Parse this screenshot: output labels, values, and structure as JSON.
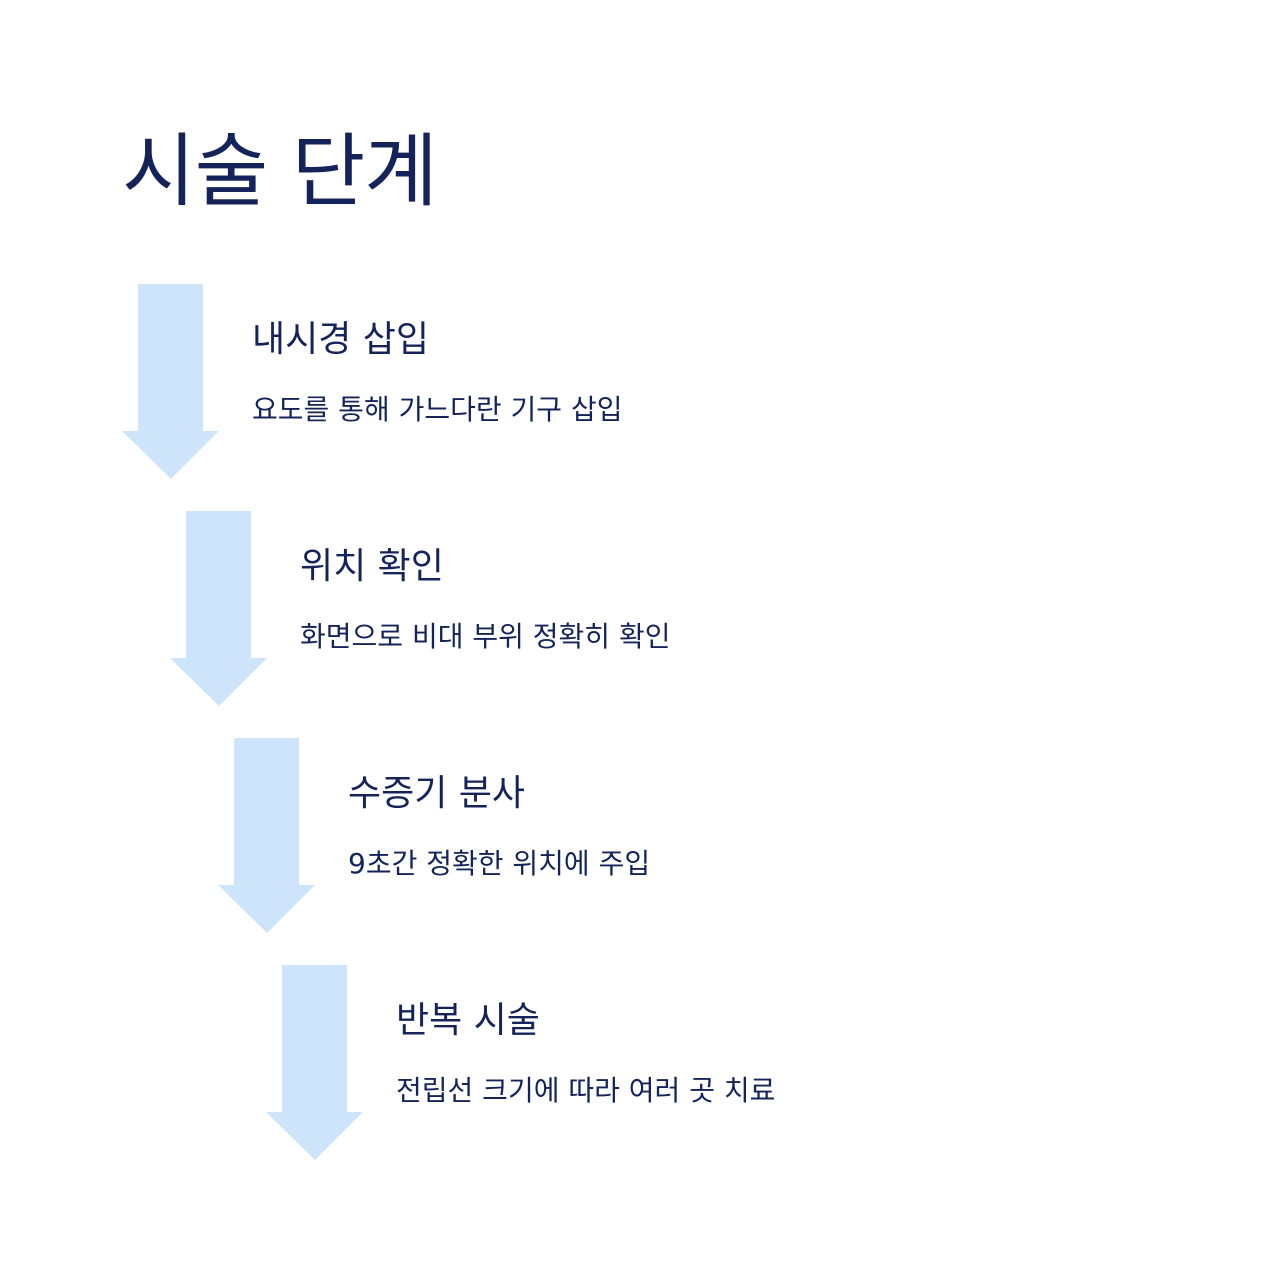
{
  "title": "시술 단계",
  "colors": {
    "arrow": "#cde4fb",
    "text": "#14245a",
    "background": "#ffffff"
  },
  "steps": [
    {
      "icon": "down-arrow-icon",
      "title": "내시경 삽입",
      "description": "요도를 통해 가느다란 기구 삽입"
    },
    {
      "icon": "down-arrow-icon",
      "title": "위치 확인",
      "description": "화면으로 비대 부위 정확히 확인"
    },
    {
      "icon": "down-arrow-icon",
      "title": "수증기 분사",
      "description": "9초간 정확한 위치에 주입"
    },
    {
      "icon": "down-arrow-icon",
      "title": "반복 시술",
      "description": "전립선 크기에 따라 여러 곳 치료"
    }
  ]
}
